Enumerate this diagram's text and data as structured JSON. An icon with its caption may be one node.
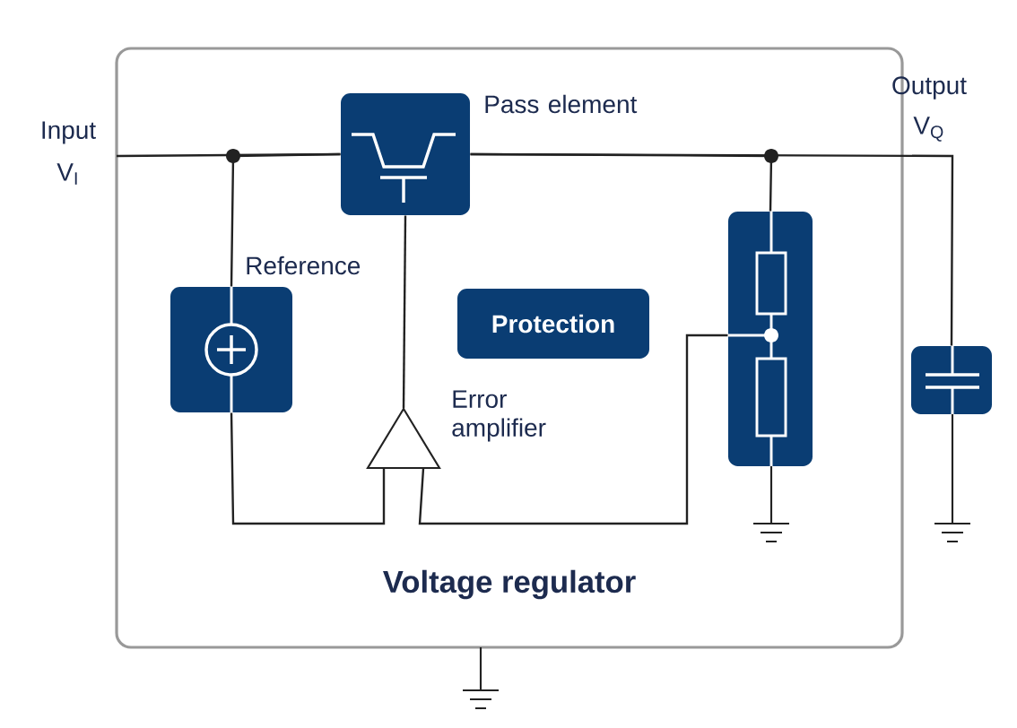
{
  "diagram": {
    "nodes": [
      {
        "text": [
          "Voltage regulator"
        ]
      },
      {
        "text": [],
        "shape": "box",
        "beside": [
          "Pass element"
        ],
        "in": 0
      },
      {
        "text": [],
        "shape": "box",
        "beside": [
          "Reference"
        ],
        "in": 0
      },
      {
        "text": [
          "Protection"
        ],
        "in": 0
      },
      {
        "text": [],
        "shape": "triangle",
        "beside": [
          "Error amplifier"
        ],
        "in": 0
      },
      {
        "text": [],
        "shape": "box",
        "in": 0
      },
      {
        "text": [],
        "shape": "box"
      }
    ],
    "edges": [
      {
        "from": null,
        "to": 1,
        "arrow": "none"
      },
      {
        "from": 2,
        "to": 1,
        "arrow": "none"
      },
      {
        "from": 4,
        "to": 1,
        "arrow": "none"
      },
      {
        "from": 1,
        "to": 5,
        "arrow": "none"
      },
      {
        "from": 1,
        "to": 6,
        "arrow": "none"
      },
      {
        "from": 2,
        "to": 4,
        "arrow": "none"
      },
      {
        "from": 5,
        "to": 4,
        "arrow": "none"
      }
    ],
    "labels": [
      "Input",
      "V$_{I}$",
      "Output",
      "V$_{Q}$"
    ]
  }
}
